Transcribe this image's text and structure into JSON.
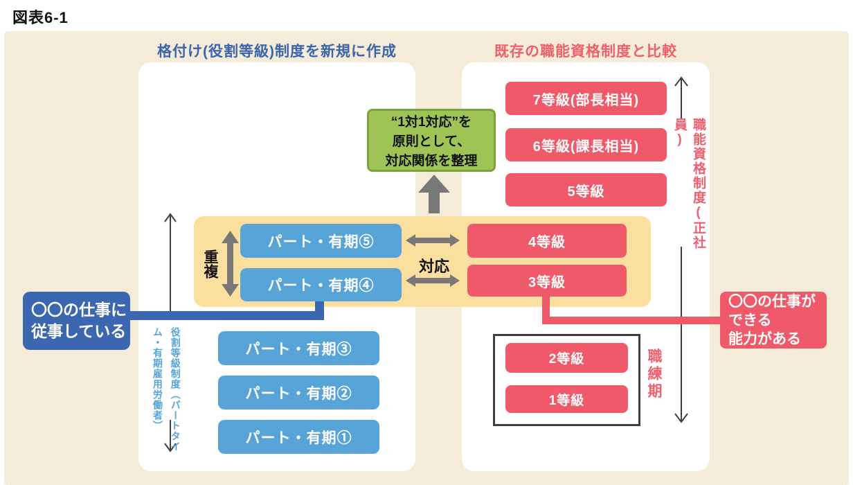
{
  "title": "図表6-1",
  "left": {
    "header": "格付け(役割等級)制度を新規に作成",
    "grade_boxes": [
      "パート・有期⑤",
      "パート・有期④",
      "パート・有期③",
      "パート・有期②",
      "パート・有期①"
    ],
    "axis_label_cols": [
      "役割等級制度（パートタイム・",
      "有期雇用労働者）"
    ],
    "callout_lines": [
      "〇〇の仕事に",
      "従事している"
    ]
  },
  "right": {
    "header": "既存の職能資格制度と比較",
    "grade_boxes": [
      "7等級(部長相当)",
      "6等級(課長相当)",
      "5等級",
      "4等級",
      "3等級",
      "2等級",
      "1等級"
    ],
    "axis_label": "職能資格制度(正社員)",
    "training_period_label": "職練期",
    "callout_lines": [
      "〇〇の仕事が",
      "できる",
      "能力がある"
    ]
  },
  "center": {
    "note_lines": [
      "“1対1対応”を",
      "原則として、",
      "対応関係を整理"
    ],
    "overlap_label": "重複",
    "correspondence_label": "対応"
  },
  "colors": {
    "background": "#f4ebd8",
    "panel": "#ffffff",
    "highlight_band": "#fbdf9e",
    "blue_box": "#57a4d9",
    "blue_dark": "#3b67b0",
    "red_box": "#f0596a",
    "green_note_bg": "#9dc455",
    "green_note_border": "#7ba33d",
    "arrow_gray": "#787878",
    "thin_arrow": "#3f3f3f",
    "header_blue": "#3b64ad",
    "header_red": "#ef5f6d"
  }
}
